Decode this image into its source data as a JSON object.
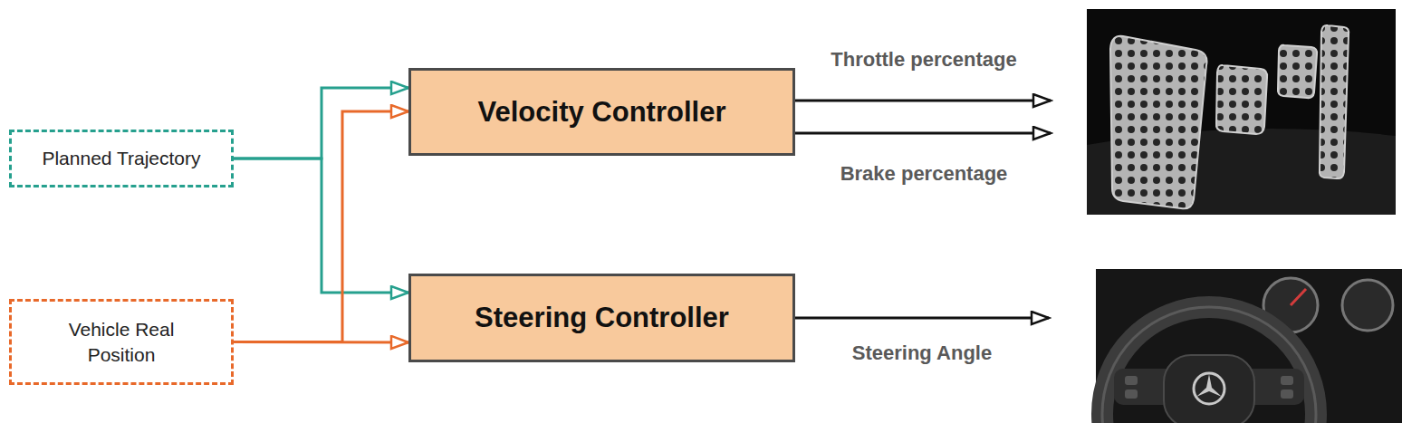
{
  "diagram": {
    "nodes": [
      {
        "text": [
          "Planned Trajectory"
        ]
      },
      {
        "text": [
          "Vehicle Real Position"
        ]
      },
      {
        "text": [
          "Velocity Controller"
        ]
      },
      {
        "text": [
          "Steering Controller"
        ]
      }
    ],
    "edges": [
      {
        "from": 0,
        "to": 2,
        "arrow": "to"
      },
      {
        "from": 0,
        "to": 3,
        "arrow": "to"
      },
      {
        "from": 1,
        "to": 2,
        "arrow": "to"
      },
      {
        "from": 1,
        "to": 3,
        "arrow": "to"
      }
    ],
    "labels": [
      "Throttle percentage",
      "Brake percentage",
      "Steering Angle"
    ]
  }
}
